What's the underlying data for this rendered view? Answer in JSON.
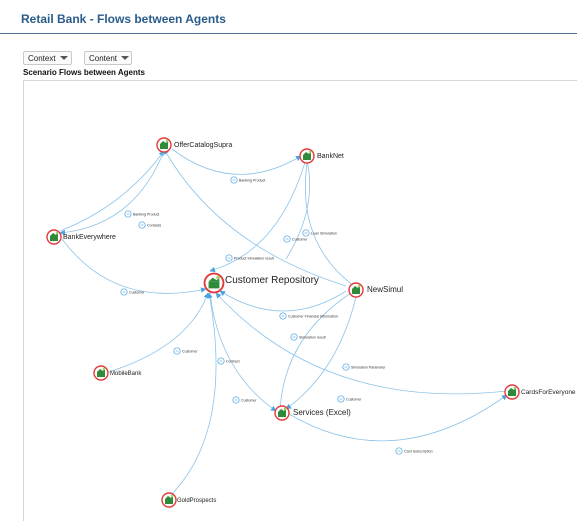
{
  "header": {
    "title": "Retail Bank - Flows between Agents"
  },
  "toolbar": {
    "context_label": "Context",
    "content_label": "Content"
  },
  "section": {
    "title": "Scenario Flows between Agents"
  },
  "colors": {
    "edge": "#8cc4ea",
    "node_ring": "#e23a3a",
    "node_fill": "#2f8a3a",
    "label": "#222222",
    "title": "#2a5c8a"
  },
  "agents": [
    {
      "id": "offer",
      "label": "OfferCatalogSupra"
    },
    {
      "id": "banknet",
      "label": "BankNet"
    },
    {
      "id": "bankeverywhere",
      "label": "BankEverywhere"
    },
    {
      "id": "repo",
      "label": "Customer Repository"
    },
    {
      "id": "newsimul",
      "label": "NewSimul"
    },
    {
      "id": "mobile",
      "label": "MobileBank"
    },
    {
      "id": "services",
      "label": "Services (Excel)"
    },
    {
      "id": "cards",
      "label": "CardsForEveryone"
    },
    {
      "id": "gold",
      "label": "GoldProspects"
    }
  ],
  "flows": [
    {
      "id": "f1",
      "label": "Banking Product"
    },
    {
      "id": "f2",
      "label": "Banking Product"
    },
    {
      "id": "f3",
      "label": "Contacts"
    },
    {
      "id": "f4",
      "label": "Loan Simulation"
    },
    {
      "id": "f5",
      "label": "Customer"
    },
    {
      "id": "f6",
      "label": "Product Simulation result"
    },
    {
      "id": "f7",
      "label": "Customer"
    },
    {
      "id": "f8",
      "label": "Customer Financial Information"
    },
    {
      "id": "f9",
      "label": "Simulation result"
    },
    {
      "id": "f10",
      "label": "Customer"
    },
    {
      "id": "f11",
      "label": "Contract"
    },
    {
      "id": "f12",
      "label": "Simulation Parameter"
    },
    {
      "id": "f13",
      "label": "Customer"
    },
    {
      "id": "f14",
      "label": "Customer"
    },
    {
      "id": "f15",
      "label": "Card Subscription"
    }
  ]
}
